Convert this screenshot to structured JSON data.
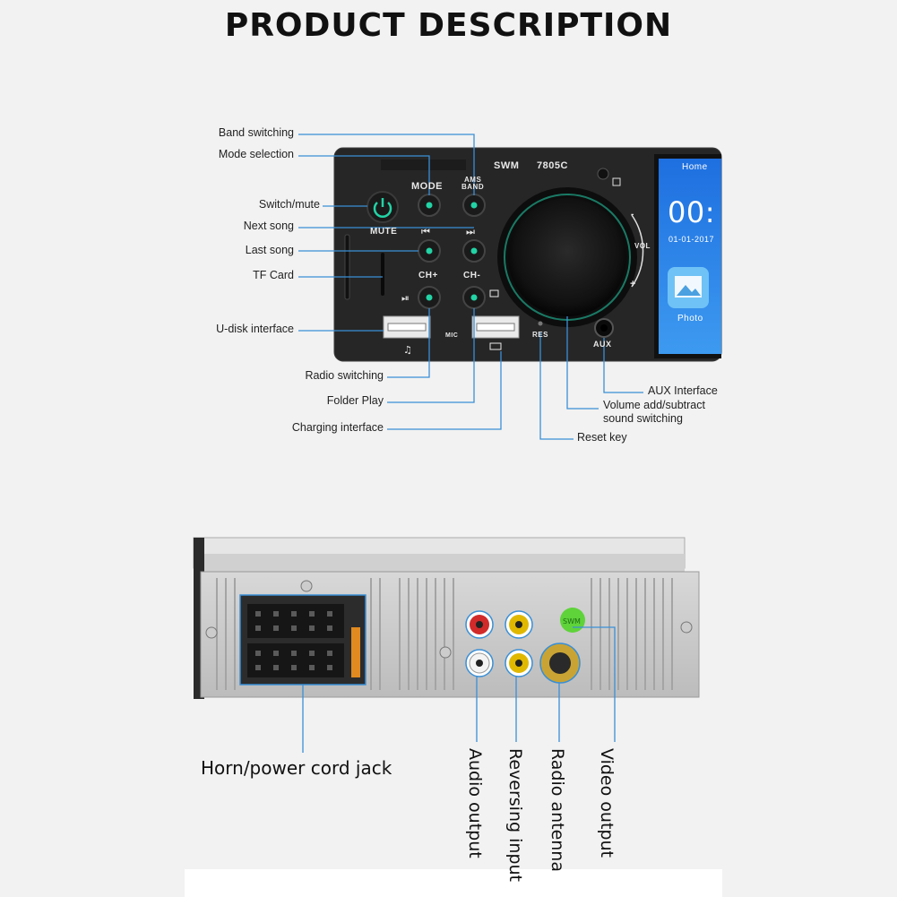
{
  "title": "PRODUCT DESCRIPTION",
  "front_panel": {
    "model_left": "SWM",
    "model_right": "7805C",
    "mode": "MODE",
    "ams_band_top": "AMS",
    "ams_band_bottom": "BAND",
    "mute": "MUTE",
    "ch_plus": "CH+",
    "ch_minus": "CH-",
    "mic": "MIC",
    "res": "RES",
    "aux": "AUX",
    "vol": "VOL",
    "vol_minus": "-",
    "vol_plus": "+",
    "screen": {
      "home": "Home",
      "time": "00:",
      "date": "01-01-2017",
      "photo": "Photo"
    }
  },
  "callouts_left": [
    "Band switching",
    "Mode selection",
    "Switch/mute",
    "Next song",
    "Last song",
    "TF Card",
    "U-disk interface",
    "Radio switching",
    "Folder Play",
    "Charging interface"
  ],
  "callouts_right": {
    "aux": "AUX Interface",
    "volume_line1": "Volume add/subtract",
    "volume_line2": "sound switching",
    "reset": "Reset key"
  },
  "back_panel": {
    "horn": "Horn/power cord jack",
    "audio": "Audio output",
    "reversing": "Reversing input",
    "antenna": "Radio antenna",
    "video": "Video output",
    "sticker": "SWM"
  },
  "colors": {
    "button_led": "#22d3a5",
    "rca_red": "#d12a2a",
    "rca_yellow": "#e0b800",
    "rca_white": "#f4f4f4",
    "leader_line": "#3a8fd6",
    "screen_blue": "#2b7fe0"
  }
}
